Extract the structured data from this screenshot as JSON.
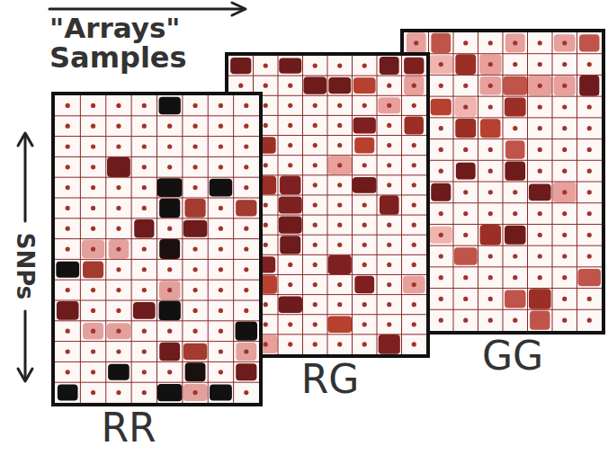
{
  "diagram": {
    "nodes": [
      {
        "text": [
          "RR"
        ]
      },
      {
        "text": [
          "RG"
        ]
      },
      {
        "text": [
          "GG"
        ]
      }
    ],
    "labels": [
      "\"Arrays\"",
      "Samples",
      "SNPs"
    ]
  }
}
